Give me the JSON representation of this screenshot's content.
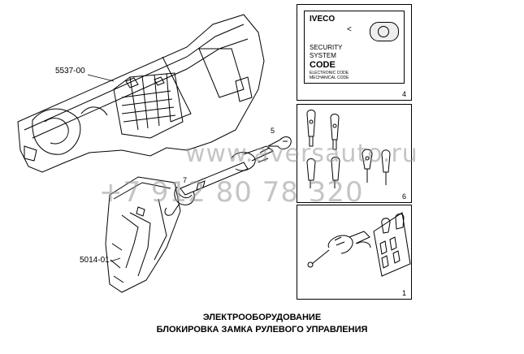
{
  "part_labels": {
    "dashboard": "5537-00",
    "column_cover": "5014-01",
    "item_5": "5",
    "item_7": "7"
  },
  "box_4": {
    "number": "4",
    "card": {
      "brand": "IVECO",
      "arrow": "<",
      "line1": "SECURITY",
      "line2": "SYSTEM",
      "line3": "CODE",
      "line4": "ELECTRONIC CODE",
      "line5": "MECHANICAL CODE"
    }
  },
  "box_6": {
    "number": "6"
  },
  "box_1": {
    "number": "1"
  },
  "watermark": {
    "site": "www.aversauto.ru",
    "phone": "+7 912 80 78 320"
  },
  "caption": {
    "line1": "ЭЛЕКТРООБОРУДОВАНИЕ",
    "line2": "БЛОКИРОВКА ЗАМКА РУЛЕВОГО УПРАВЛЕНИЯ"
  },
  "colors": {
    "ink": "#000000",
    "watermark": "#969696",
    "background": "#ffffff"
  }
}
